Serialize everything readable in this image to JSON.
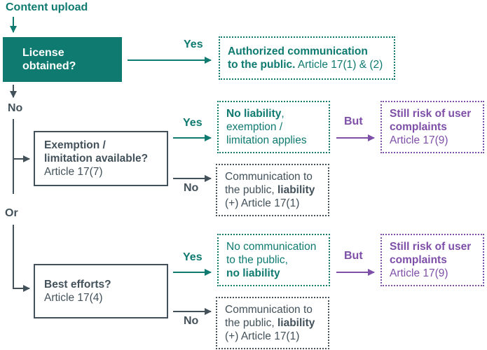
{
  "colors": {
    "teal": "#0e7a70",
    "purple": "#7e4fa8",
    "slate": "#42515a"
  },
  "start": {
    "label": "Content upload"
  },
  "decisions": {
    "license": {
      "label": "License obtained?"
    },
    "exemption": {
      "bold": "Exemption /\nlimitation available?",
      "post": "\nArticle 17(7)"
    },
    "best_efforts": {
      "bold": "Best efforts?",
      "post": "\nArticle 17(4)"
    }
  },
  "edges": {
    "yes_top": "Yes",
    "no_top": "No",
    "or": "Or",
    "yes_mid": "Yes",
    "no_mid": "No",
    "but_mid": "But",
    "yes_bottom": "Yes",
    "no_bottom": "No",
    "but_bottom": "But"
  },
  "outcomes": {
    "authorized": {
      "pre": "",
      "bold": "Authorized communication\nto the public.",
      "post": " Article 17(1) & (2)"
    },
    "no_liability": {
      "pre": "",
      "bold": "No liability",
      "post": ",\nexemption /\nlimitation applies"
    },
    "still_risk_mid": {
      "pre": "",
      "bold": "Still risk of user\ncomplaints",
      "post": "\nArticle 17(9)"
    },
    "comm_liability_mid": {
      "pre": "Communication to\nthe public, ",
      "bold": "liability",
      "post": "\n(+) Article 17(1)"
    },
    "no_communication": {
      "pre": "No communication\nto the public,\n",
      "bold": "no liability",
      "post": ""
    },
    "still_risk_bottom": {
      "pre": "",
      "bold": "Still risk of user\ncomplaints",
      "post": "\nArticle 17(9)"
    },
    "comm_liability_bottom": {
      "pre": "Communication to\nthe public, ",
      "bold": "liability",
      "post": "\n(+) Article 17(1)"
    }
  }
}
